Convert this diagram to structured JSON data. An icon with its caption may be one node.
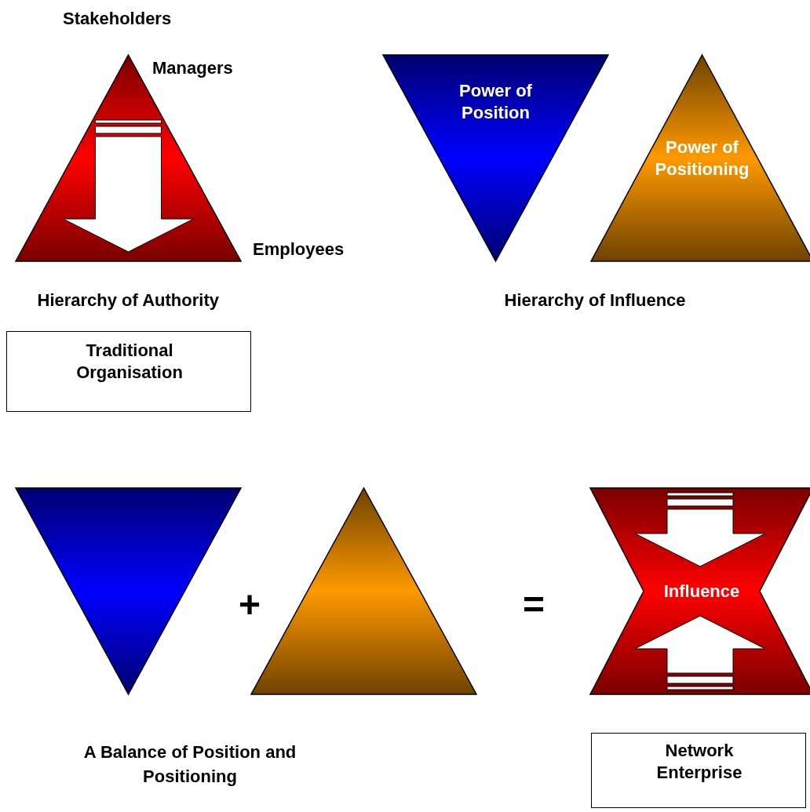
{
  "diagram": {
    "nodes": [
      {
        "text": [],
        "shape": "triangle"
      },
      {
        "text": [
          "Power of Position"
        ]
      },
      {
        "text": [
          "Power of Positioning"
        ]
      },
      {
        "text": [
          "Traditional Organisation"
        ]
      },
      {
        "text": [],
        "shape": "triangle"
      },
      {
        "text": [],
        "shape": "triangle"
      },
      {
        "text": [
          "Influence"
        ]
      },
      {
        "text": [
          "Network Enterprise"
        ]
      }
    ],
    "edges": [],
    "labels": [
      "Stakeholders",
      "Managers",
      "Employees",
      "Hierarchy of Authority",
      "Hierarchy of Influence",
      "+",
      "=",
      "A Balance of Position and Positioning"
    ]
  }
}
